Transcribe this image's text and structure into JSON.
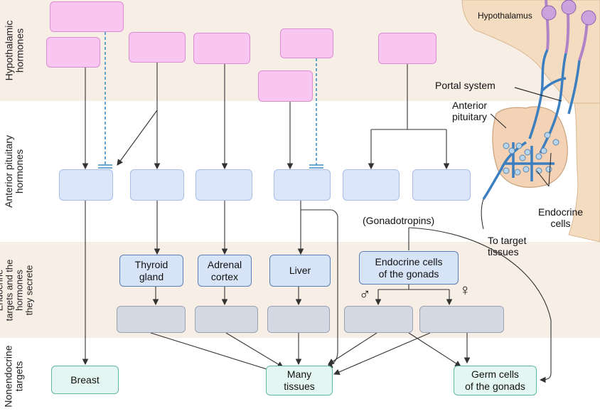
{
  "row_labels": {
    "hypothalamic": "Hypothalamic\nhormones",
    "anterior_pituitary": "Anterior pituitary\nhormones",
    "endocrine_targets": "Endocrine\ntargets and the\nhormones\nthey secrete",
    "nonendocrine": "Nonendocrine\ntargets"
  },
  "endocrine_targets": {
    "thyroid": "Thyroid\ngland",
    "adrenal": "Adrenal\ncortex",
    "liver": "Liver",
    "gonads": "Endocrine cells\nof the gonads"
  },
  "nonendocrine_targets": {
    "breast": "Breast",
    "many_tissues": "Many\ntissues",
    "germ_cells": "Germ cells\nof the gonads"
  },
  "gonadotropins_label": "(Gonadotropins)",
  "male_symbol": "♂",
  "female_symbol": "♀",
  "illustration": {
    "hypothalamus": "Hypothalamus",
    "portal_system": "Portal system",
    "anterior_pituitary": "Anterior\npituitary",
    "endocrine_cells": "Endocrine\ncells",
    "to_target_tissues": "To target\ntissues"
  },
  "colors": {
    "band_shade": "#f7eee6",
    "hormone_pink": "#f9c6f2",
    "pituitary_blue": "#dbe6fb",
    "secreted_gray": "#d3d8e2",
    "inhibit_dash": "#3a8fc4",
    "nonendocrine_teal": "#e3f6f1"
  }
}
